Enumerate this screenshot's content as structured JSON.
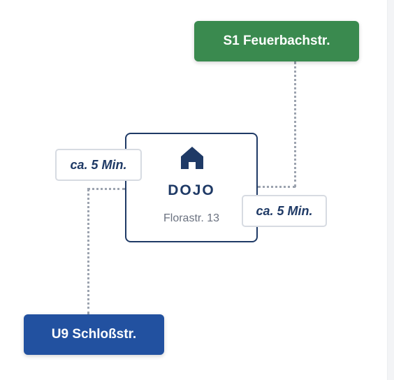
{
  "diagram": {
    "stations": {
      "s1": {
        "label": "S1 Feuerbachstr.",
        "color": "#3a8a4f"
      },
      "u9": {
        "label": "U9 Schloßstr.",
        "color": "#2251a0"
      }
    },
    "dojo": {
      "icon": "home-icon",
      "title": "DOJO",
      "address": "Florastr. 13",
      "border_color": "#1f3a66"
    },
    "walk_times": {
      "to_s1": "ca. 5 Min.",
      "to_u9": "ca. 5 Min."
    },
    "connector_style": "dotted",
    "connector_color": "#9ca3af"
  }
}
